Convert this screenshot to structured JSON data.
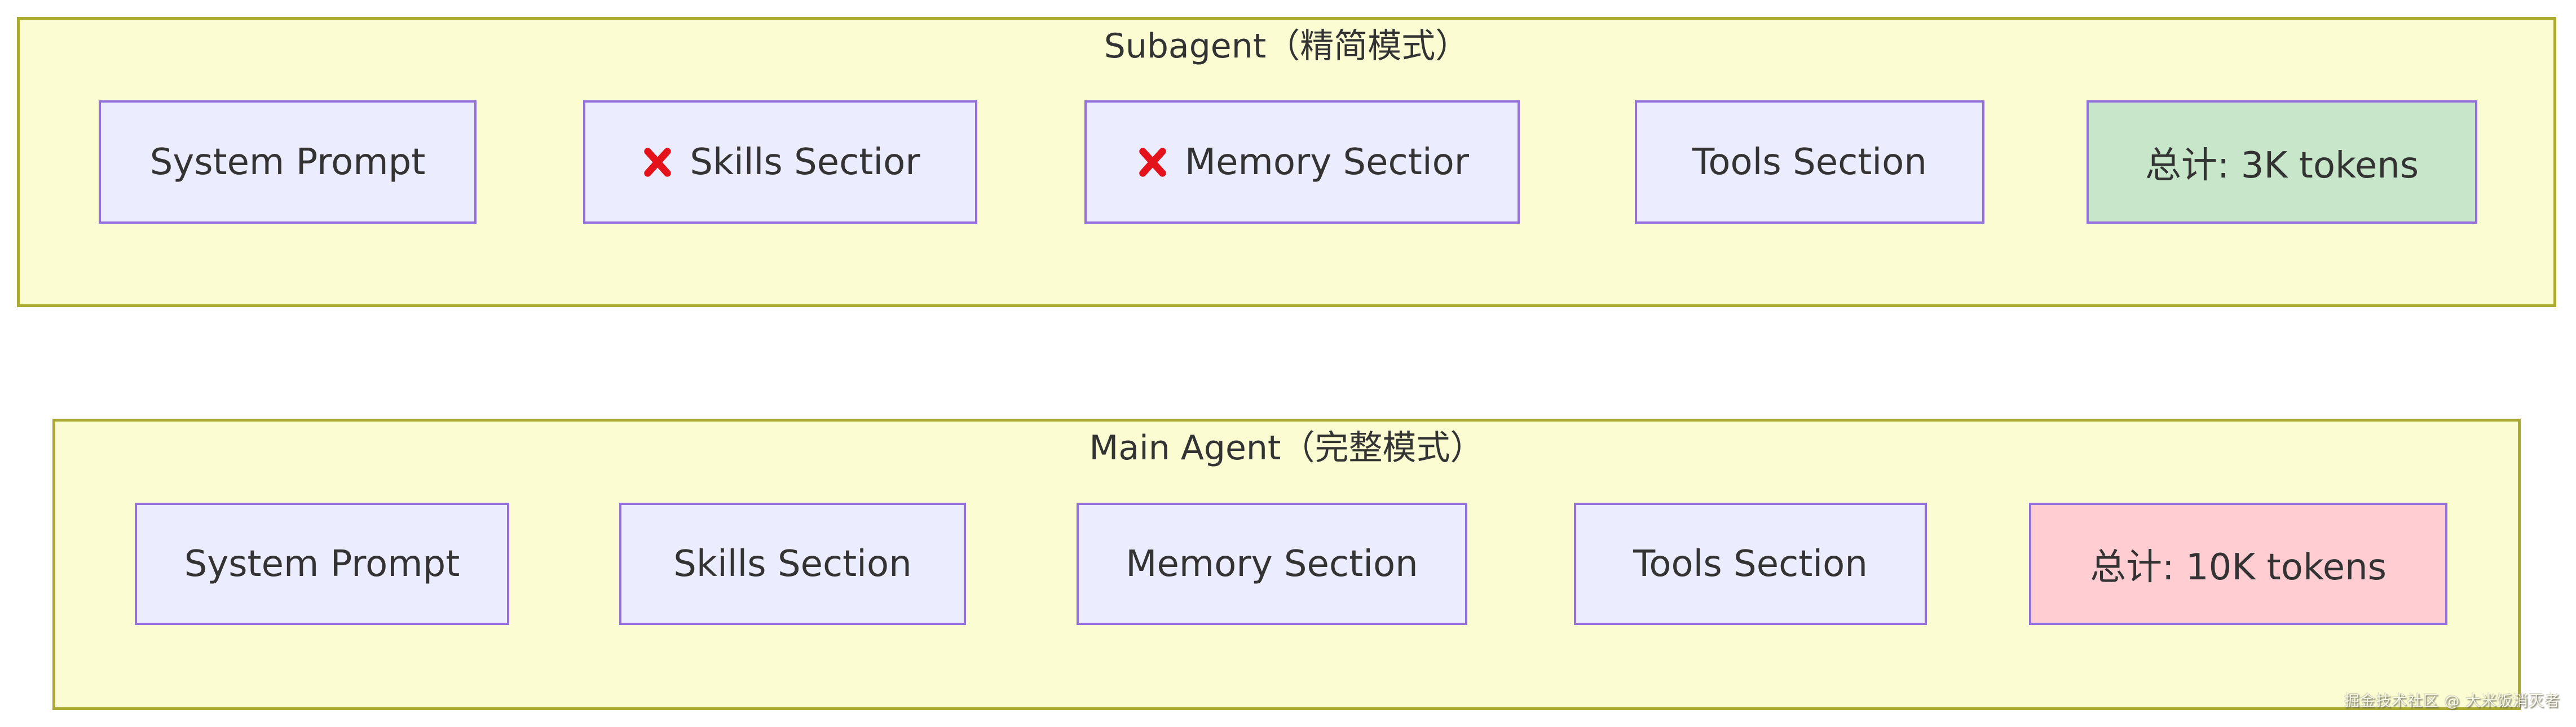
{
  "diagram": {
    "clusters": [
      {
        "title": "Subagent（精简模式）",
        "nodes": [
          {
            "label": "System Prompt"
          },
          {
            "label": "Skills Sectior",
            "icon": "cross-mark"
          },
          {
            "label": "Memory Sectior",
            "icon": "cross-mark"
          },
          {
            "label": "Tools Section"
          },
          {
            "label": "总计: 3K tokens",
            "variant": "green"
          }
        ]
      },
      {
        "title": "Main Agent（完整模式）",
        "nodes": [
          {
            "label": "System Prompt"
          },
          {
            "label": "Skills Section"
          },
          {
            "label": "Memory Section"
          },
          {
            "label": "Tools Section"
          },
          {
            "label": "总计: 10K tokens",
            "variant": "pink"
          }
        ]
      }
    ],
    "watermark": "掘金技术社区 @ 大米饭消灭者"
  },
  "colors": {
    "cluster_fill": "#fcfcd2",
    "cluster_border": "#aaaa33",
    "node_fill": "#ececff",
    "node_border": "#9370db",
    "node_text": "#333333",
    "total_green_fill": "#c8e6c9",
    "total_pink_fill": "#ffcdd2",
    "cross_red": "#e4131b"
  }
}
